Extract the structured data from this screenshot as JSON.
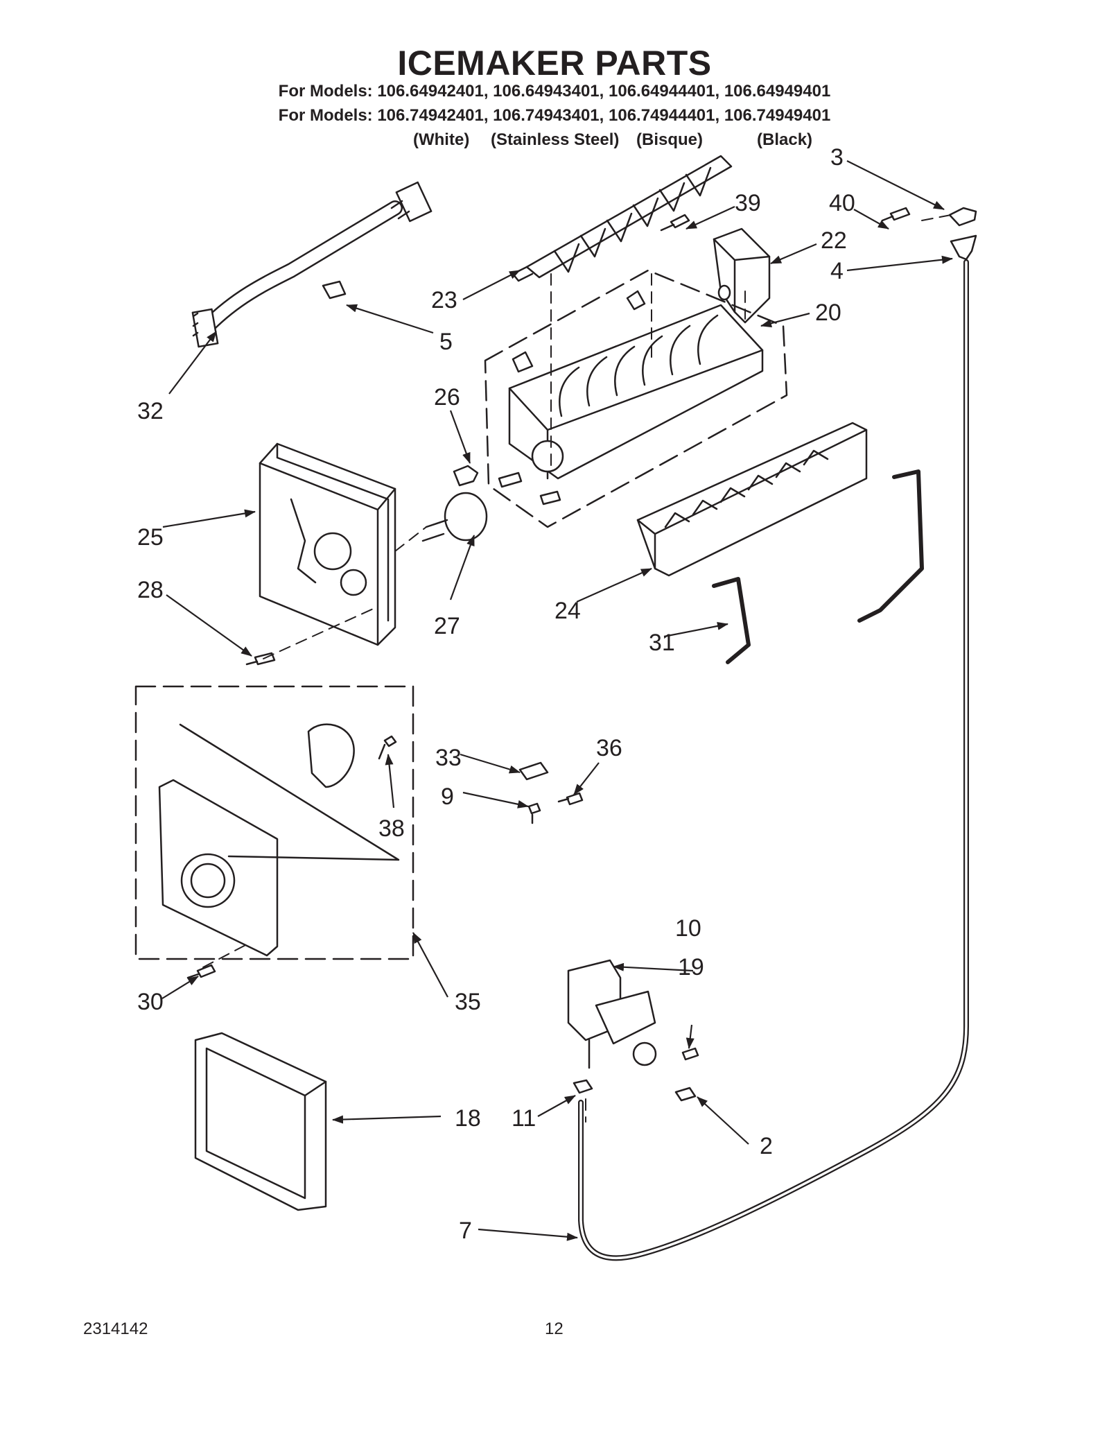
{
  "title": "ICEMAKER PARTS",
  "models_line_1": "For Models: 106.64942401, 106.64943401, 106.64944401, 106.64949401",
  "models_line_2": "For Models: 106.74942401, 106.74943401, 106.74944401, 106.74949401",
  "finishes": [
    "(White)",
    "(Stainless Steel)",
    "(Bisque)",
    "(Black)"
  ],
  "part_callouts": [
    "3",
    "39",
    "40",
    "22",
    "4",
    "23",
    "5",
    "20",
    "32",
    "26",
    "25",
    "28",
    "27",
    "24",
    "31",
    "33",
    "36",
    "9",
    "38",
    "10",
    "19",
    "30",
    "35",
    "18",
    "11",
    "2",
    "7"
  ],
  "footer": {
    "doc_number": "2314142",
    "page_number": "12"
  }
}
